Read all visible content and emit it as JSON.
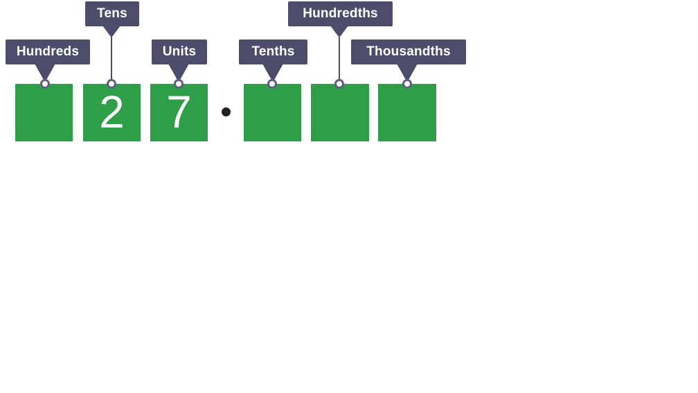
{
  "diagram": {
    "decimal_separator": ".",
    "places": [
      {
        "label": "Hundreds",
        "digit": ""
      },
      {
        "label": "Tens",
        "digit": "2"
      },
      {
        "label": "Units",
        "digit": "7"
      },
      {
        "label": "Tenths",
        "digit": ""
      },
      {
        "label": "Hundredths",
        "digit": ""
      },
      {
        "label": "Thousandths",
        "digit": ""
      }
    ],
    "colors": {
      "background": "#ffffff",
      "label_background": "#4d4d6b",
      "label_text": "#ffffff",
      "box_fill": "#2f9e48",
      "digit_text": "#ffffff",
      "connector": "#4d4d6b",
      "pin_ring": "#5e5e7e",
      "pin_fill": "#ffffff",
      "decimal_dot": "#222222"
    }
  }
}
